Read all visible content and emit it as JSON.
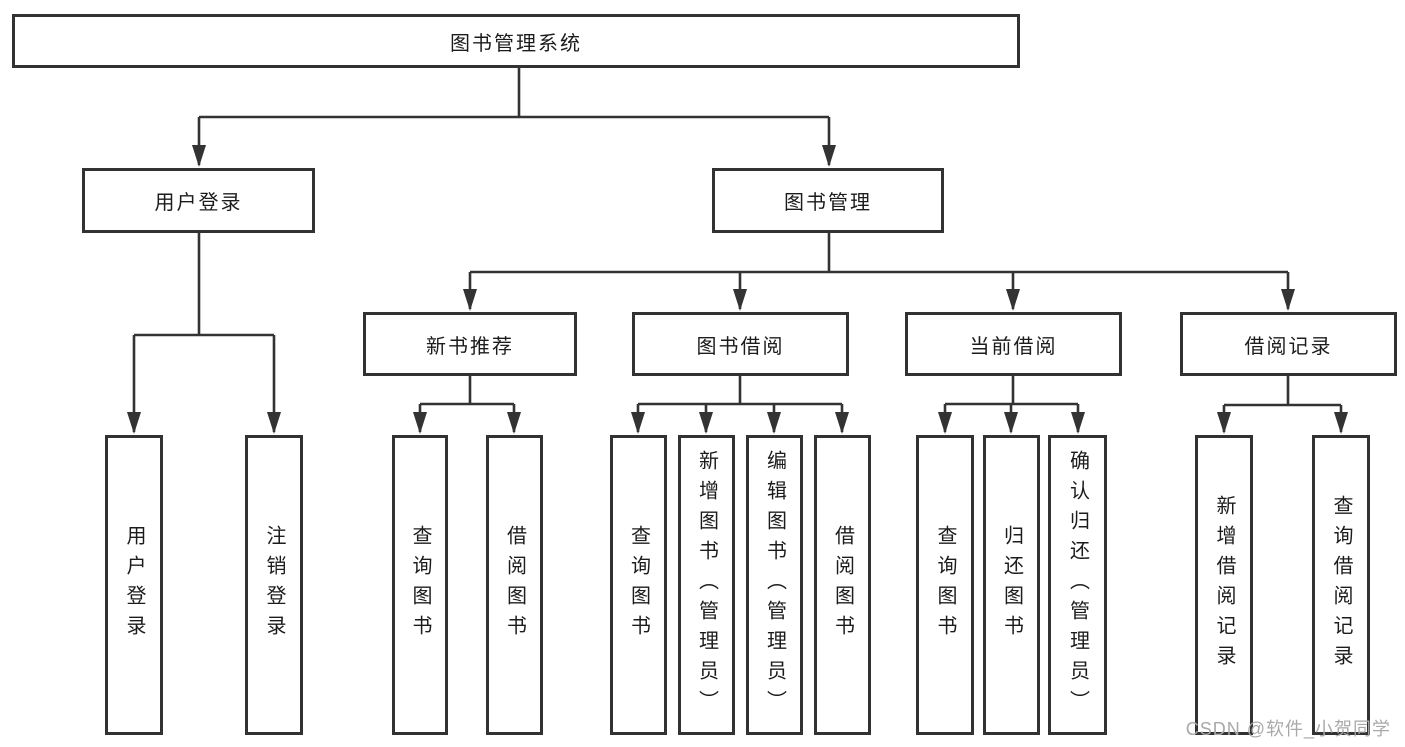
{
  "diagram": {
    "type": "tree",
    "colors": {
      "line": "#333333",
      "box_border": "#323232",
      "box_fill": "#ffffff",
      "text": "#1c1c1c",
      "watermark": "#a9a9a9"
    },
    "root": {
      "label": "图书管理系统"
    },
    "branches": [
      {
        "label": "用户登录",
        "children": [
          {
            "label": "用户登录"
          },
          {
            "label": "注销登录"
          }
        ]
      },
      {
        "label": "图书管理",
        "children": [
          {
            "label": "新书推荐",
            "children": [
              {
                "label": "查询图书"
              },
              {
                "label": "借阅图书"
              }
            ]
          },
          {
            "label": "图书借阅",
            "children": [
              {
                "label": "查询图书"
              },
              {
                "label": "新增图书（管理员）"
              },
              {
                "label": "编辑图书（管理员）"
              },
              {
                "label": "借阅图书"
              }
            ]
          },
          {
            "label": "当前借阅",
            "children": [
              {
                "label": "查询图书"
              },
              {
                "label": "归还图书"
              },
              {
                "label": "确认归还（管理员）"
              }
            ]
          },
          {
            "label": "借阅记录",
            "children": [
              {
                "label": "新增借阅记录"
              },
              {
                "label": "查询借阅记录"
              }
            ]
          }
        ]
      }
    ]
  },
  "watermark": {
    "text": "CSDN @软件_小贺同学"
  }
}
